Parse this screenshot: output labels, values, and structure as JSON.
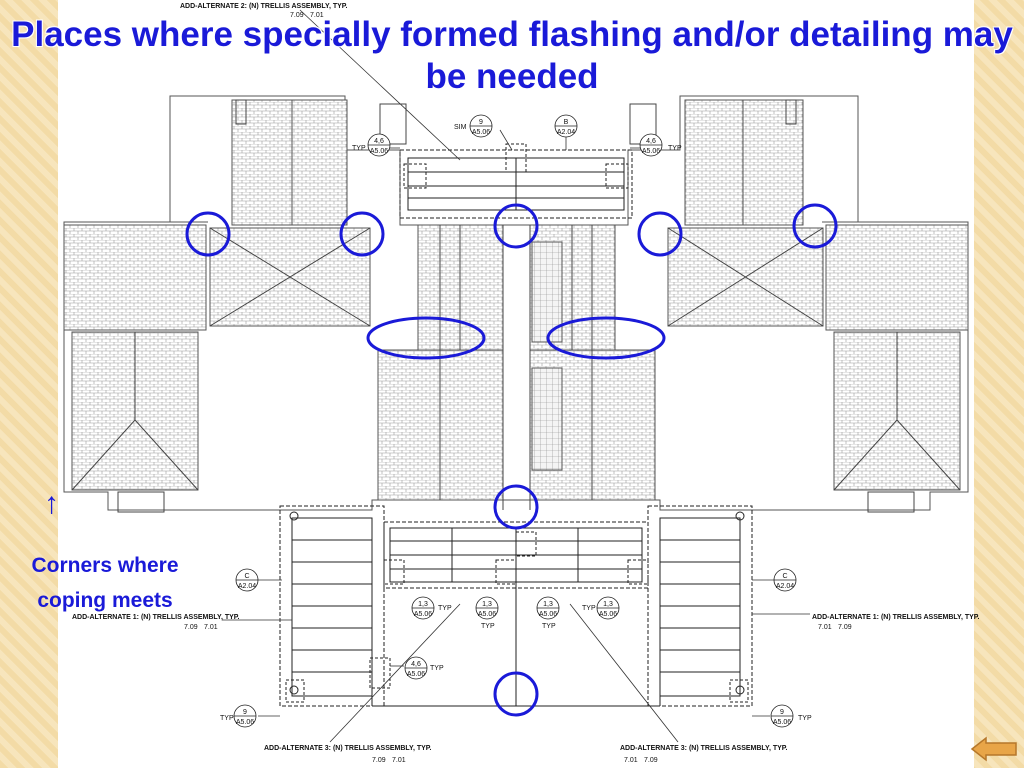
{
  "slide": {
    "title": "Places where specially formed flashing and/or detailing may be needed",
    "callout": "Corners where coping meets",
    "arrow": "↑",
    "accent_color": "#1a1ad8"
  },
  "drawing_labels": {
    "top_trellis_note": "ADD-ALTERNATE 2: (N) TRELLIS ASSEMBLY, TYP.",
    "top_note_refs": [
      "7.09",
      "7.01"
    ],
    "right_trellis_note": "ADD-ALTERNATE 1: (N) TRELLIS ASSEMBLY, TYP.",
    "right_note_refs": [
      "7.01",
      "7.09"
    ],
    "left_trellis_note": "ADD-ALTERNATE 1: (N) TRELLIS ASSEMBLY, TYP.",
    "left_note_refs": [
      "7.09",
      "7.01"
    ],
    "bottom_left_note": "ADD-ALTERNATE 3: (N) TRELLIS ASSEMBLY, TYP.",
    "bottom_left_refs": [
      "7.09",
      "7.01"
    ],
    "bottom_right_note": "ADD-ALTERNATE 3: (N) TRELLIS ASSEMBLY, TYP.",
    "bottom_right_refs": [
      "7.01",
      "7.09"
    ],
    "typ": "TYP",
    "sim": "SIM",
    "tag_4_6": "4,6",
    "tag_9": "9",
    "tag_B": "B",
    "tag_C": "C",
    "tag_1_3": "1,3",
    "sheet_a506": "A5.06",
    "sheet_a204": "A2.04"
  }
}
